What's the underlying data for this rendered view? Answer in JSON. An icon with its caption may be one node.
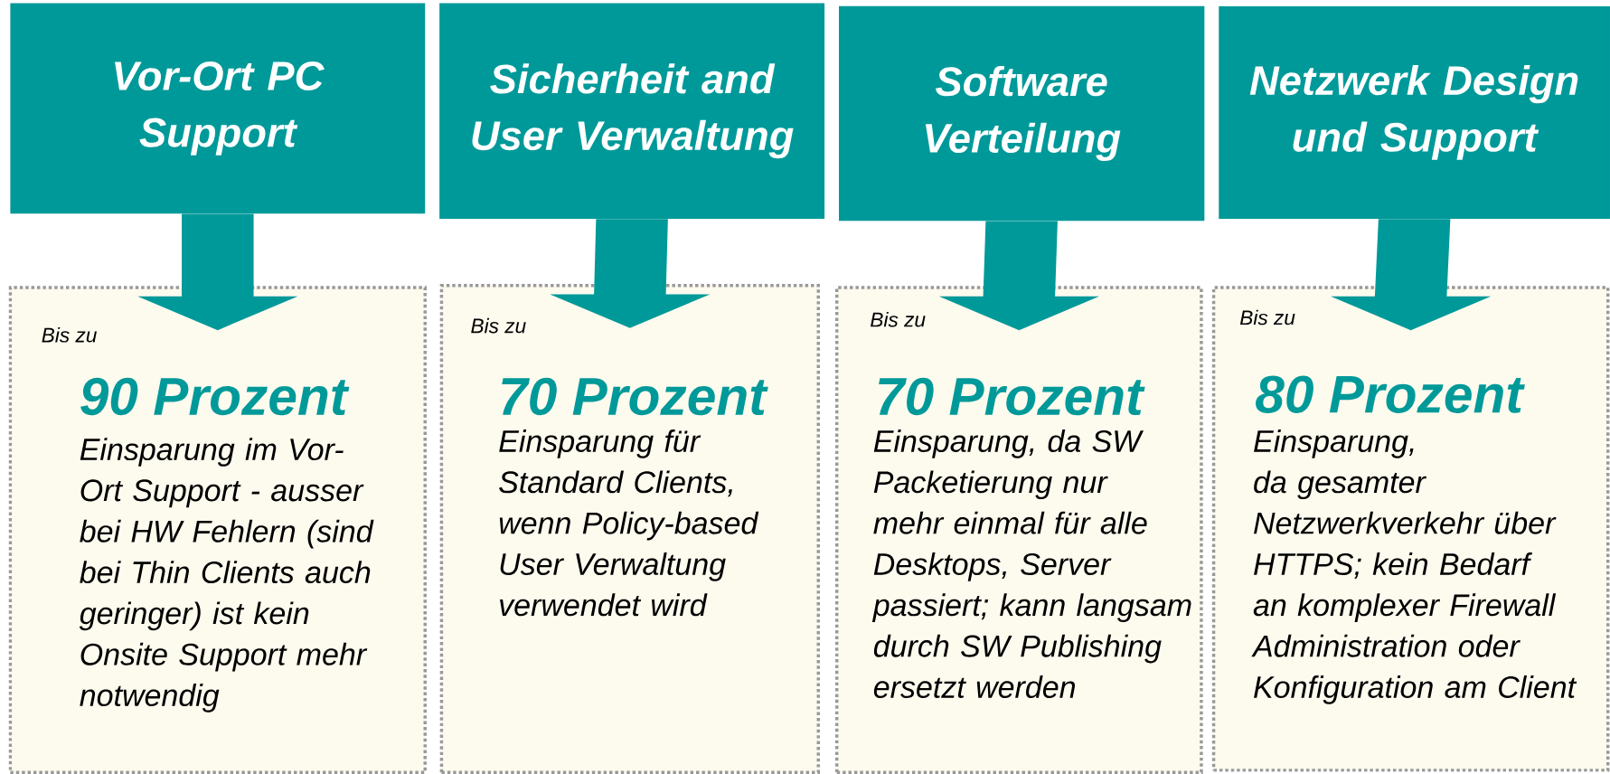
{
  "diagram": {
    "nodes": [
      {
        "text": [
          "Vor-Ort PC Support"
        ]
      },
      {
        "text": [
          "Sicherheit and User Verwaltung"
        ]
      },
      {
        "text": [
          "Software Verteilung"
        ]
      },
      {
        "text": [
          "Netzwerk Design und Support"
        ]
      },
      {
        "text": [
          "Bis zu",
          "90 Prozent",
          "Einsparung im Vor-Ort Support - ausser bei HW Fehlern (sind bei Thin Clients auch geringer) ist kein Onsite Support mehr notwendig"
        ]
      },
      {
        "text": [
          "Bis zu",
          "70 Prozent",
          "Einsparung für Standard Clients, wenn Policy-based User Verwaltung verwendet wird"
        ]
      },
      {
        "text": [
          "Bis zu",
          "70 Prozent",
          "Einsparung, da SW Packetierung nur mehr einmal für alle Desktops, Server passiert; kann langsam durch SW Publishing ersetzt werden"
        ]
      },
      {
        "text": [
          "Bis zu",
          "80 Prozent",
          "Einsparung, da gesamter Netzwerkverkehr über HTTPS; kein Bedarf an komplexer Firewall Administration oder Konfiguration am Client"
        ]
      }
    ],
    "edges": [
      {
        "from": 0,
        "to": 4,
        "arrow": "to"
      },
      {
        "from": 1,
        "to": 5,
        "arrow": "to"
      },
      {
        "from": 2,
        "to": 6,
        "arrow": "to"
      },
      {
        "from": 3,
        "to": 7,
        "arrow": "to"
      }
    ]
  }
}
